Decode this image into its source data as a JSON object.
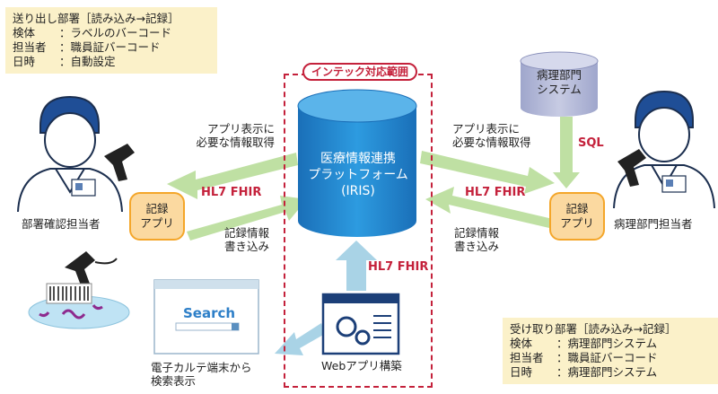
{
  "sender_box": {
    "title": "送り出し部署［読み込み→記録］",
    "rows": [
      {
        "key": "検体",
        "value": "ラベルのバーコード"
      },
      {
        "key": "担当者",
        "value": "職員証バーコード"
      },
      {
        "key": "日時",
        "value": "自動設定"
      }
    ]
  },
  "receiver_box": {
    "title": "受け取り部署［読み込み→記録］",
    "rows": [
      {
        "key": "検体",
        "value": "病理部門システム"
      },
      {
        "key": "担当者",
        "value": "職員証バーコード"
      },
      {
        "key": "日時",
        "value": "病理部門システム"
      }
    ]
  },
  "scope_label": "インテック対応範囲",
  "iris": {
    "line1": "医療情報連携",
    "line2": "プラットフォーム",
    "line3": "(IRIS)"
  },
  "pathology_system": {
    "line1": "病理部門",
    "line2": "システム"
  },
  "left_labels": {
    "fetch_line1": "アプリ表示に",
    "fetch_line2": "必要な情報取得",
    "hl7": "HL7 FHIR",
    "write_line1": "記録情報",
    "write_line2": "書き込み"
  },
  "right_labels": {
    "fetch_line1": "アプリ表示に",
    "fetch_line2": "必要な情報取得",
    "hl7": "HL7 FHIR",
    "write_line1": "記録情報",
    "write_line2": "書き込み",
    "sql": "SQL"
  },
  "left_app": {
    "line1": "記録",
    "line2": "アプリ"
  },
  "right_app": {
    "line1": "記録",
    "line2": "アプリ"
  },
  "left_person_label": "部署確認担当者",
  "right_person_label": "病理部門担当者",
  "web_hl7": "HL7 FHIR",
  "web_build_label": "Webアプリ構築",
  "browser_search_text": "Search",
  "ehr_label_line1": "電子カルテ端末から",
  "ehr_label_line2": "検索表示",
  "colors": {
    "accent_red": "#c4213b",
    "arrow_green": "#bfe0a3",
    "arrow_blue": "#a9d3e6",
    "app_orange": "#f4a62a",
    "iris_blue": "#1e8ad0",
    "box_yellow": "#fbf1c9"
  }
}
